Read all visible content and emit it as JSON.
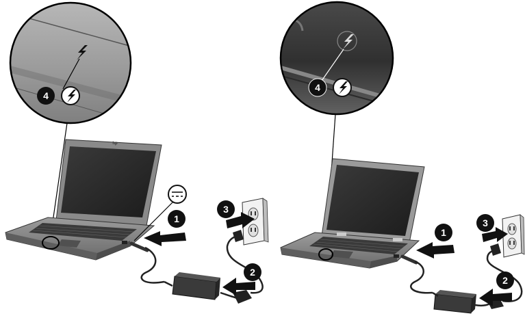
{
  "callouts": {
    "connect_adapter": "1",
    "connect_cord_to_adapter": "2",
    "plug_into_outlet": "3",
    "power_light": "4"
  },
  "icons": {
    "power_light": "lightning-bolt-icon",
    "dc_in": "dc-power-symbol-icon"
  },
  "colors": {
    "line": "#000000",
    "callout_fill": "#111111",
    "callout_text": "#ffffff",
    "device": "#6f6f6f",
    "zoom_bg": "#9a9a9a"
  }
}
